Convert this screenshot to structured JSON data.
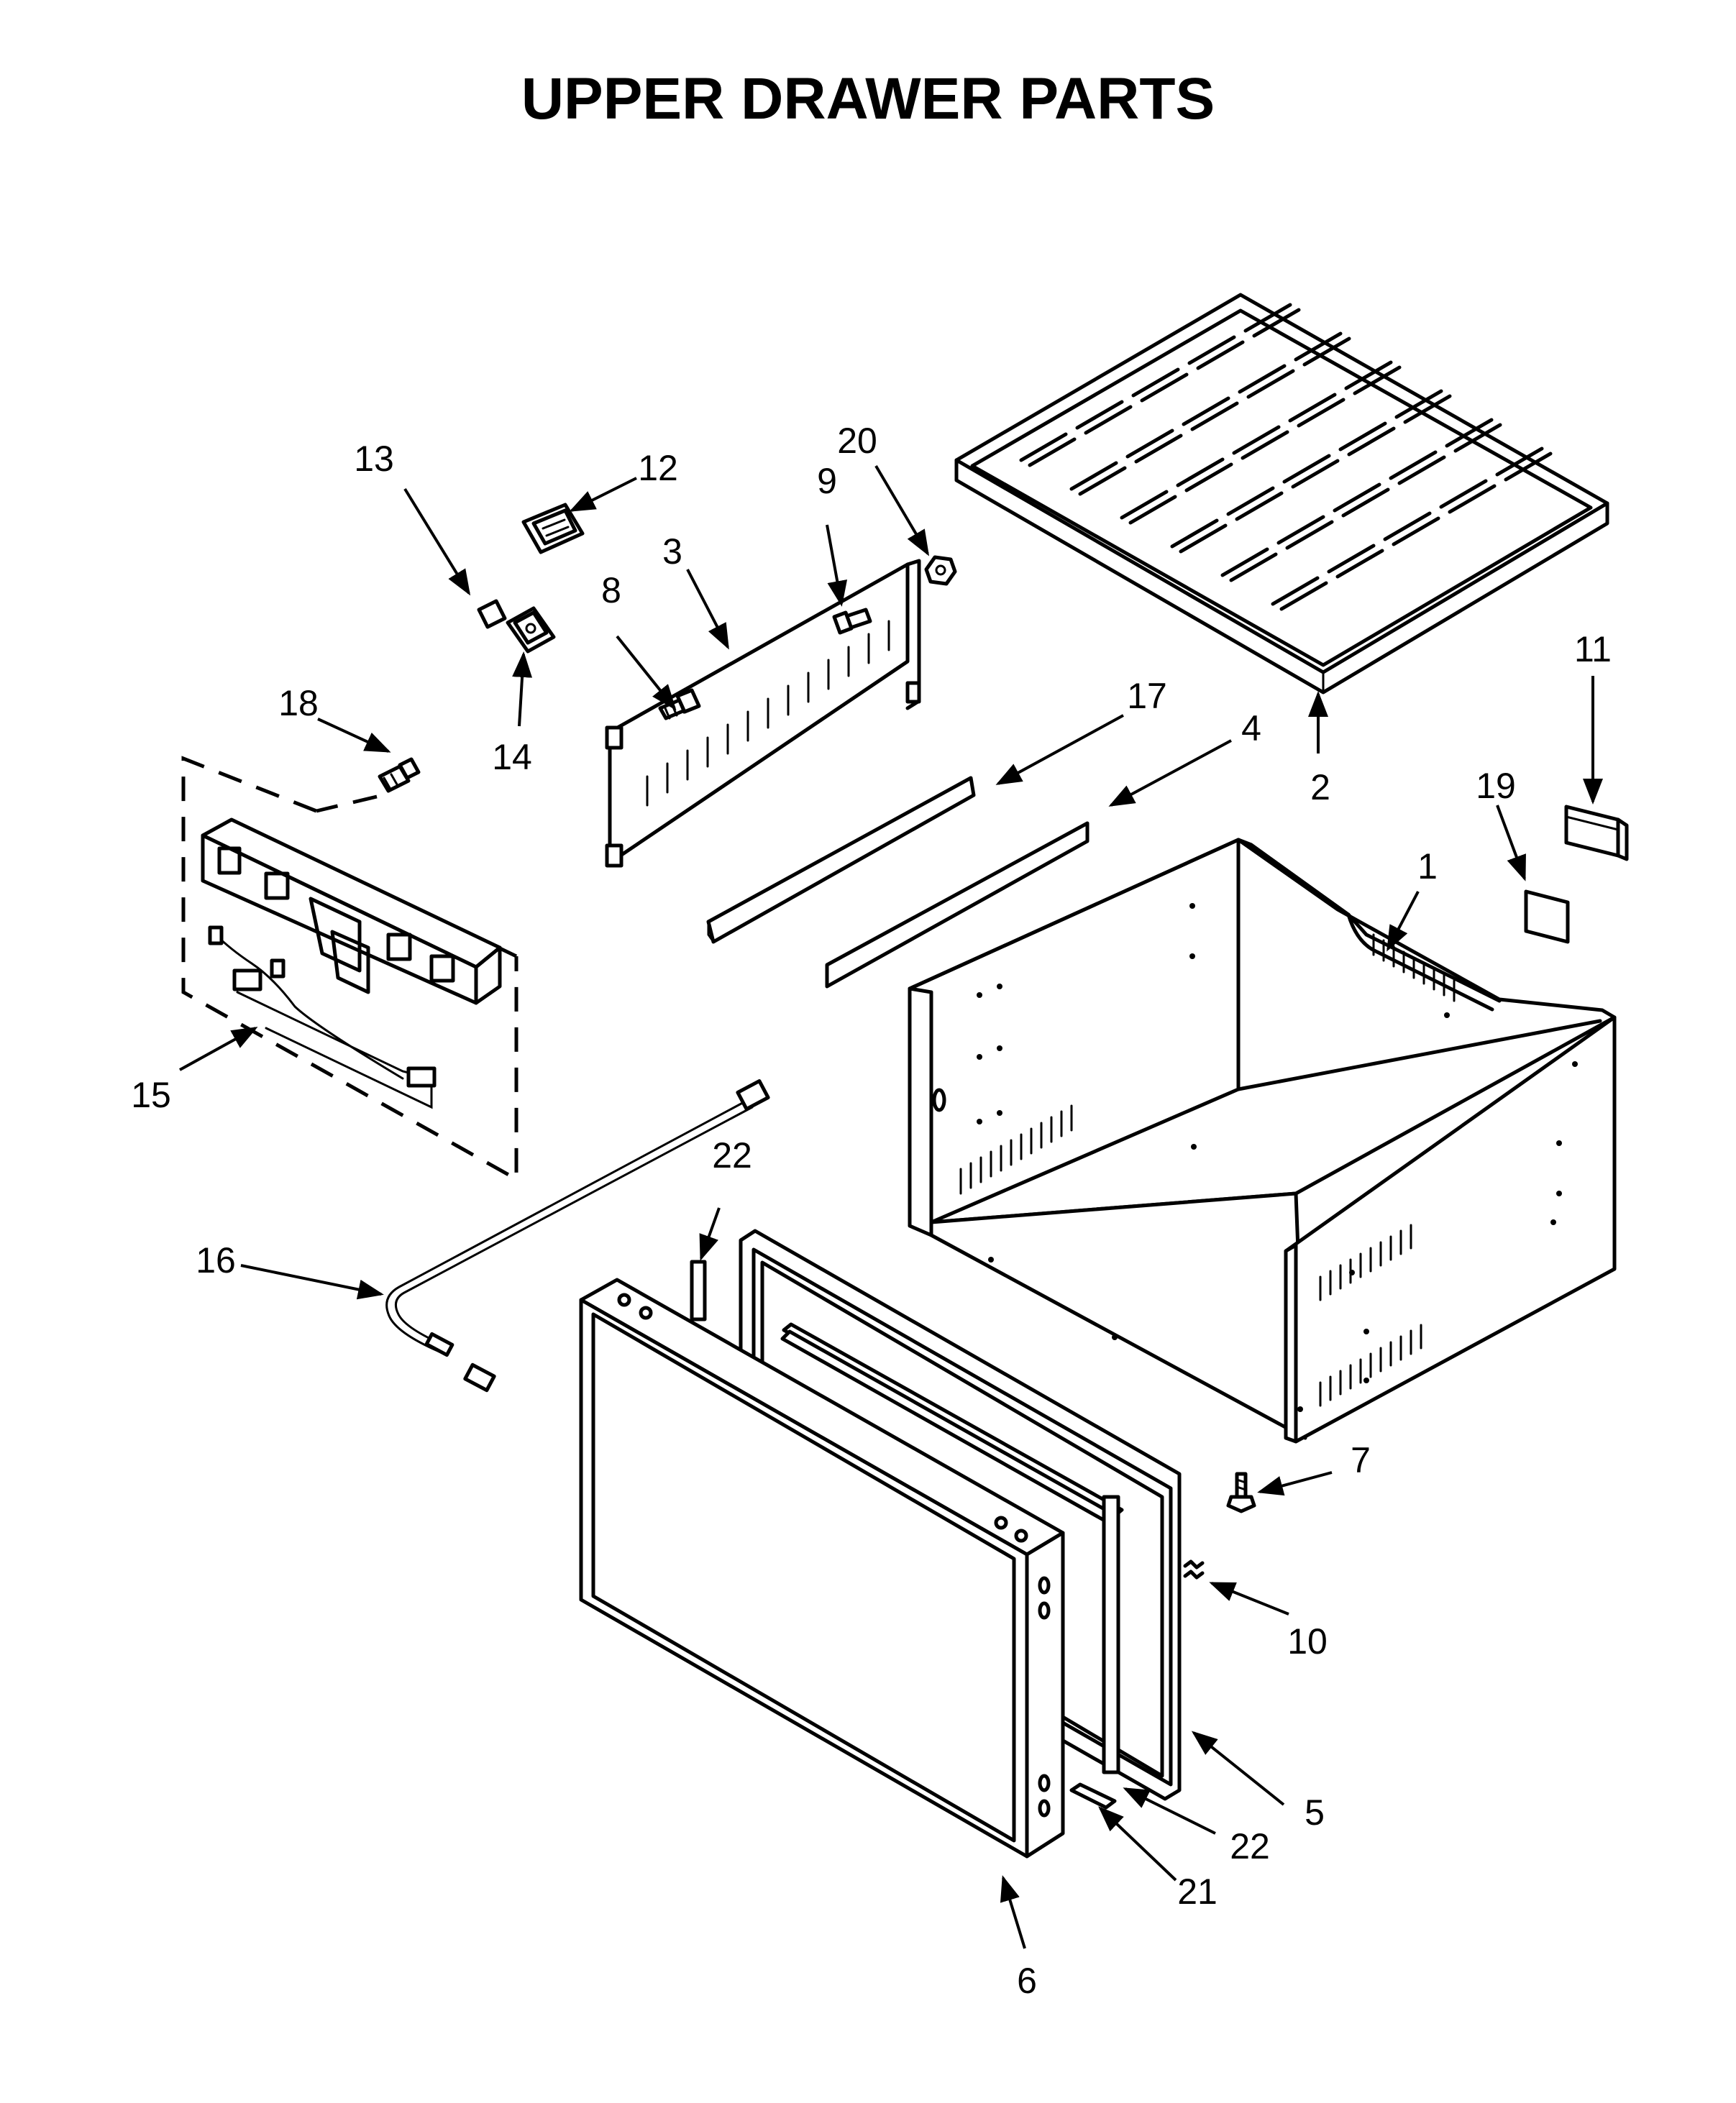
{
  "title": "UPPER DRAWER PARTS",
  "callouts": {
    "c1": "1",
    "c2": "2",
    "c3": "3",
    "c4": "4",
    "c5": "5",
    "c6": "6",
    "c7": "7",
    "c8": "8",
    "c9": "9",
    "c10": "10",
    "c11": "11",
    "c12": "12",
    "c13": "13",
    "c14": "14",
    "c15": "15",
    "c16": "16",
    "c17": "17",
    "c18": "18",
    "c19": "19",
    "c20": "20",
    "c22a": "22",
    "c22b": "22",
    "c21": "21"
  },
  "colors": {
    "ink": "#000000",
    "paper": "#ffffff"
  }
}
